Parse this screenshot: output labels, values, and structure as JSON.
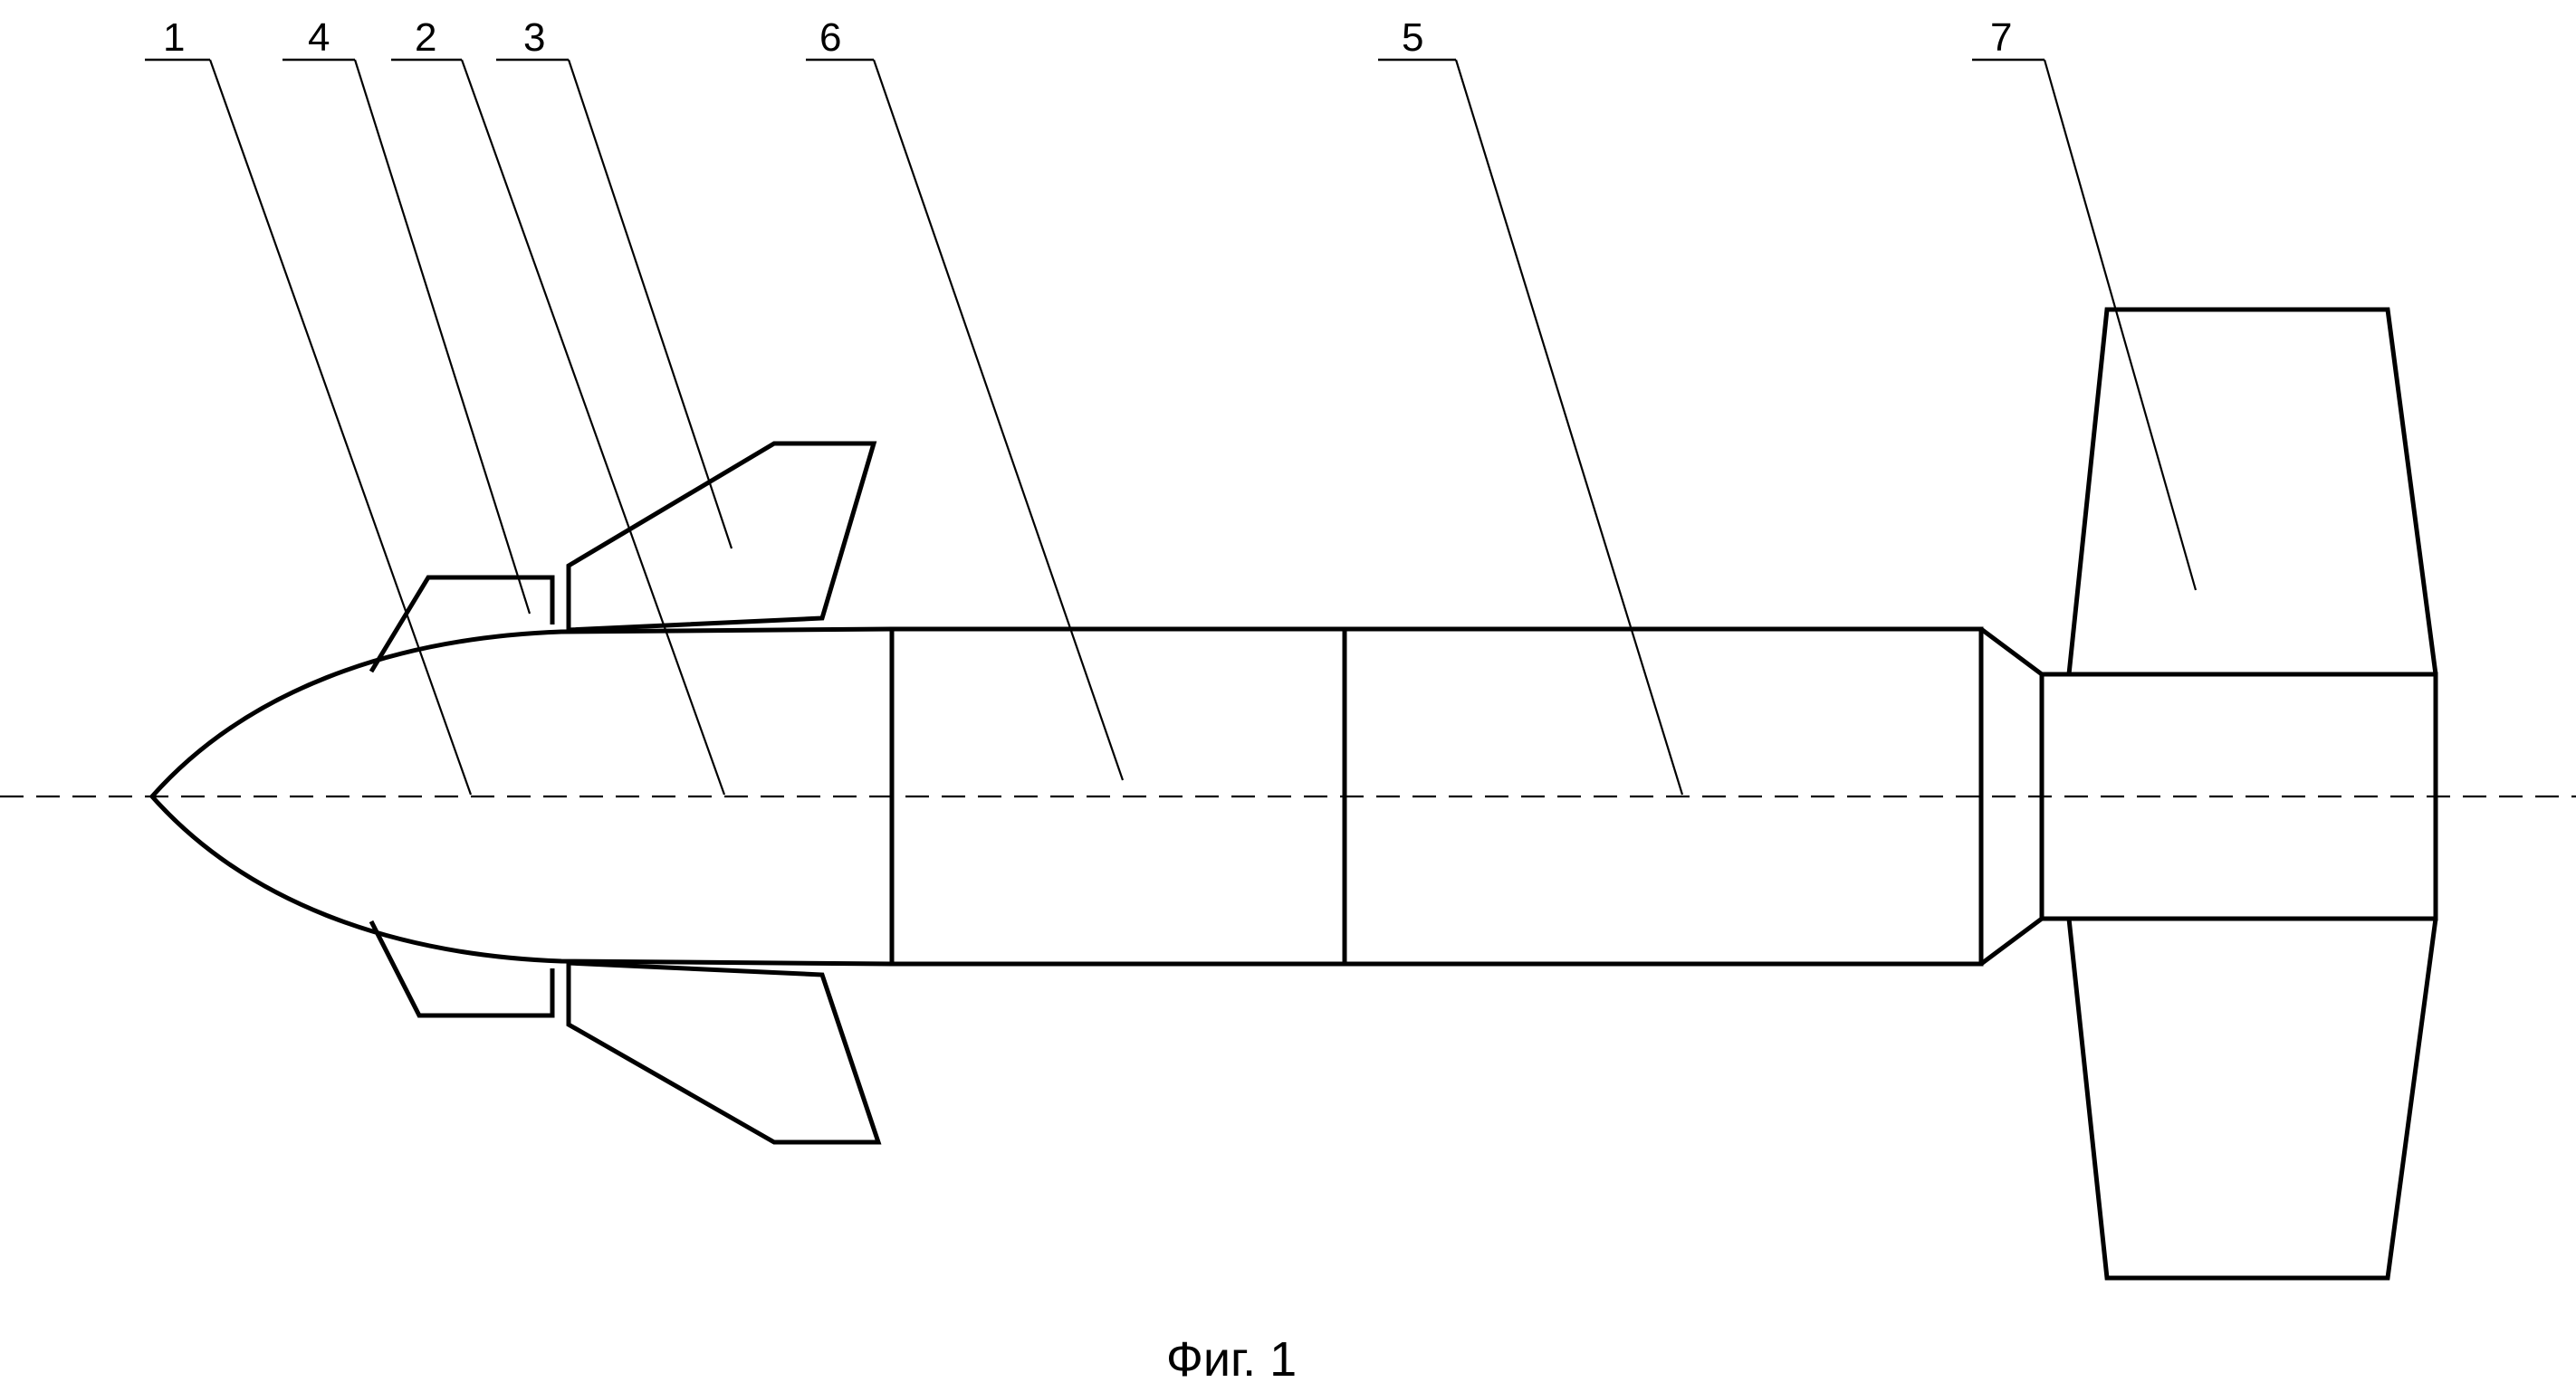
{
  "figure": {
    "caption": "Фиг. 1",
    "reference_labels": [
      "1",
      "4",
      "2",
      "3",
      "6",
      "5",
      "7"
    ]
  },
  "colors": {
    "stroke": "#000000",
    "background": "#ffffff"
  }
}
